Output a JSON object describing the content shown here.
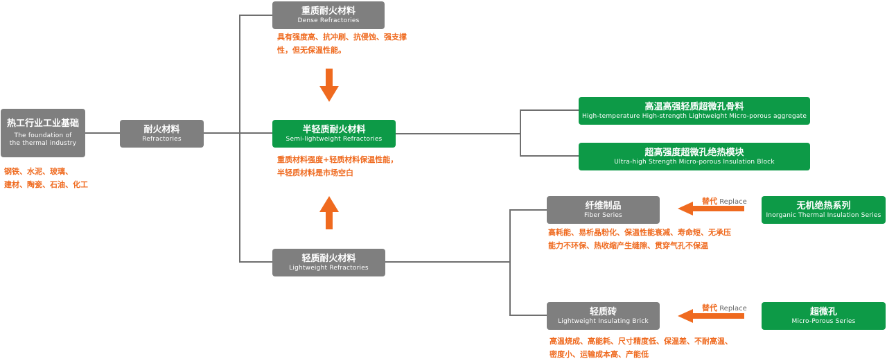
{
  "root": {
    "zh": "热工行业工业基础",
    "en1": "The foundation of",
    "en2": "the thermal industry",
    "note1": "钢铁、水泥、玻璃、",
    "note2": "建材、陶瓷、石油、化工"
  },
  "refractories": {
    "zh": "耐火材料",
    "en": "Refractories"
  },
  "dense": {
    "zh": "重质耐火材料",
    "en": "Dense Refractories",
    "note1": "具有强度高、抗冲刷、抗侵蚀、强支撑",
    "note2": "性，但无保温性能。"
  },
  "semi": {
    "zh": "半轻质耐火材料",
    "en": "Semi-lightweight Refractories",
    "note1": "重质材料强度+轻质材料保温性能，",
    "note2": "半轻质材料是市场空白"
  },
  "light": {
    "zh": "轻质耐火材料",
    "en": "Lightweight Refractories"
  },
  "aggregate": {
    "zh": "高温高强轻质超微孔骨料",
    "en": "High-temperature High-strength Lightweight Micro-porous aggregate"
  },
  "block": {
    "zh": "超高强度超微孔绝热模块",
    "en": "Ultra-high Strength Micro-porous Insulation Block"
  },
  "fiber": {
    "zh": "纤维制品",
    "en": "Fiber Series",
    "note1": "高耗能、易析晶粉化、保温性能衰减、寿命短、无承压",
    "note2": "能力不环保、热收缩产生缝隙、贯穿气孔不保温"
  },
  "brick": {
    "zh": "轻质砖",
    "en": "Lightweight Insulating Brick",
    "note1": "高温烧成、高能耗、尺寸精度低、保温差、不耐高温、",
    "note2": "密度小、运输成本高、产能低"
  },
  "inorganic": {
    "zh": "无机绝热系列",
    "en": "Inorganic Thermal Insulation Series"
  },
  "microporous": {
    "zh": "超微孔",
    "en": "Micro-Porous Series"
  },
  "replace": {
    "zh": "替代",
    "en": "Replace"
  },
  "colors": {
    "gray": "#7f7f7f",
    "green": "#0d9a47",
    "orange": "#ef6a1f",
    "connector": "#6f6f6f"
  }
}
